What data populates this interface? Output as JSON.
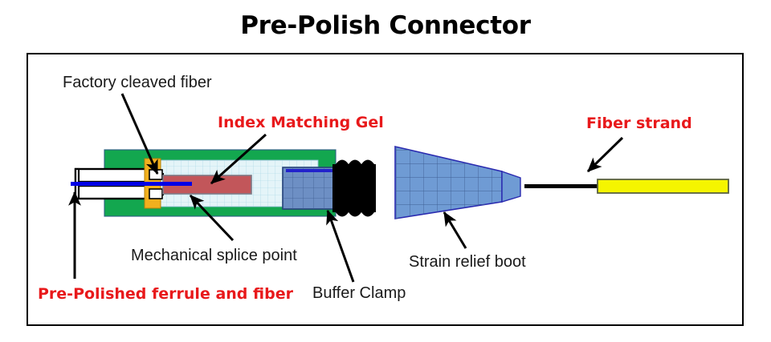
{
  "title": "Pre-Polish Connector",
  "labels": {
    "factory_cleaved_fiber": "Factory cleaved fiber",
    "index_matching_gel": "Index Matching Gel",
    "fiber_strand": "Fiber strand",
    "mechanical_splice_point": "Mechanical splice point",
    "strain_relief_boot": "Strain relief boot",
    "pre_polished_ferrule": "Pre-Polished ferrule and fiber",
    "buffer_clamp": "Buffer Clamp"
  },
  "colors": {
    "label_red": "#e8191b",
    "label_black": "#1a1a1a",
    "connector_body_green": "#13a74f",
    "cavity_light_blue": "#e4f4f8",
    "gel_red": "#c2565a",
    "fiber_blue": "#0000e6",
    "clamp_orange": "#f2b01e",
    "buffer_clamp_blue": "#6d8fc4",
    "strain_boot_blue": "#6f9bd4",
    "boot_black": "#000000",
    "fiber_jacket_yellow": "#f5f500",
    "frame_border": "#000000",
    "background": "#ffffff"
  },
  "parts": [
    {
      "name": "pre-polished-ferrule",
      "shape": "white rectangle with black outline",
      "color": "#ffffff"
    },
    {
      "name": "factory-cleaved-fiber",
      "shape": "blue horizontal line",
      "color": "#0000e6"
    },
    {
      "name": "connector-body",
      "shape": "green rectangle",
      "color": "#13a74f"
    },
    {
      "name": "splice-clamp",
      "shape": "orange bracket",
      "color": "#f2b01e"
    },
    {
      "name": "index-matching-gel",
      "shape": "red block",
      "color": "#c2565a"
    },
    {
      "name": "buffer-clamp",
      "shape": "blue-gray rectangle",
      "color": "#6d8fc4"
    },
    {
      "name": "ribbed-boot",
      "shape": "black ribbed cylinder",
      "color": "#000000"
    },
    {
      "name": "strain-relief-boot",
      "shape": "blue tapered trapezoid with grid",
      "color": "#6f9bd4"
    },
    {
      "name": "fiber-strand",
      "shape": "black thin line into yellow jacket",
      "color": "#f5f500"
    }
  ]
}
